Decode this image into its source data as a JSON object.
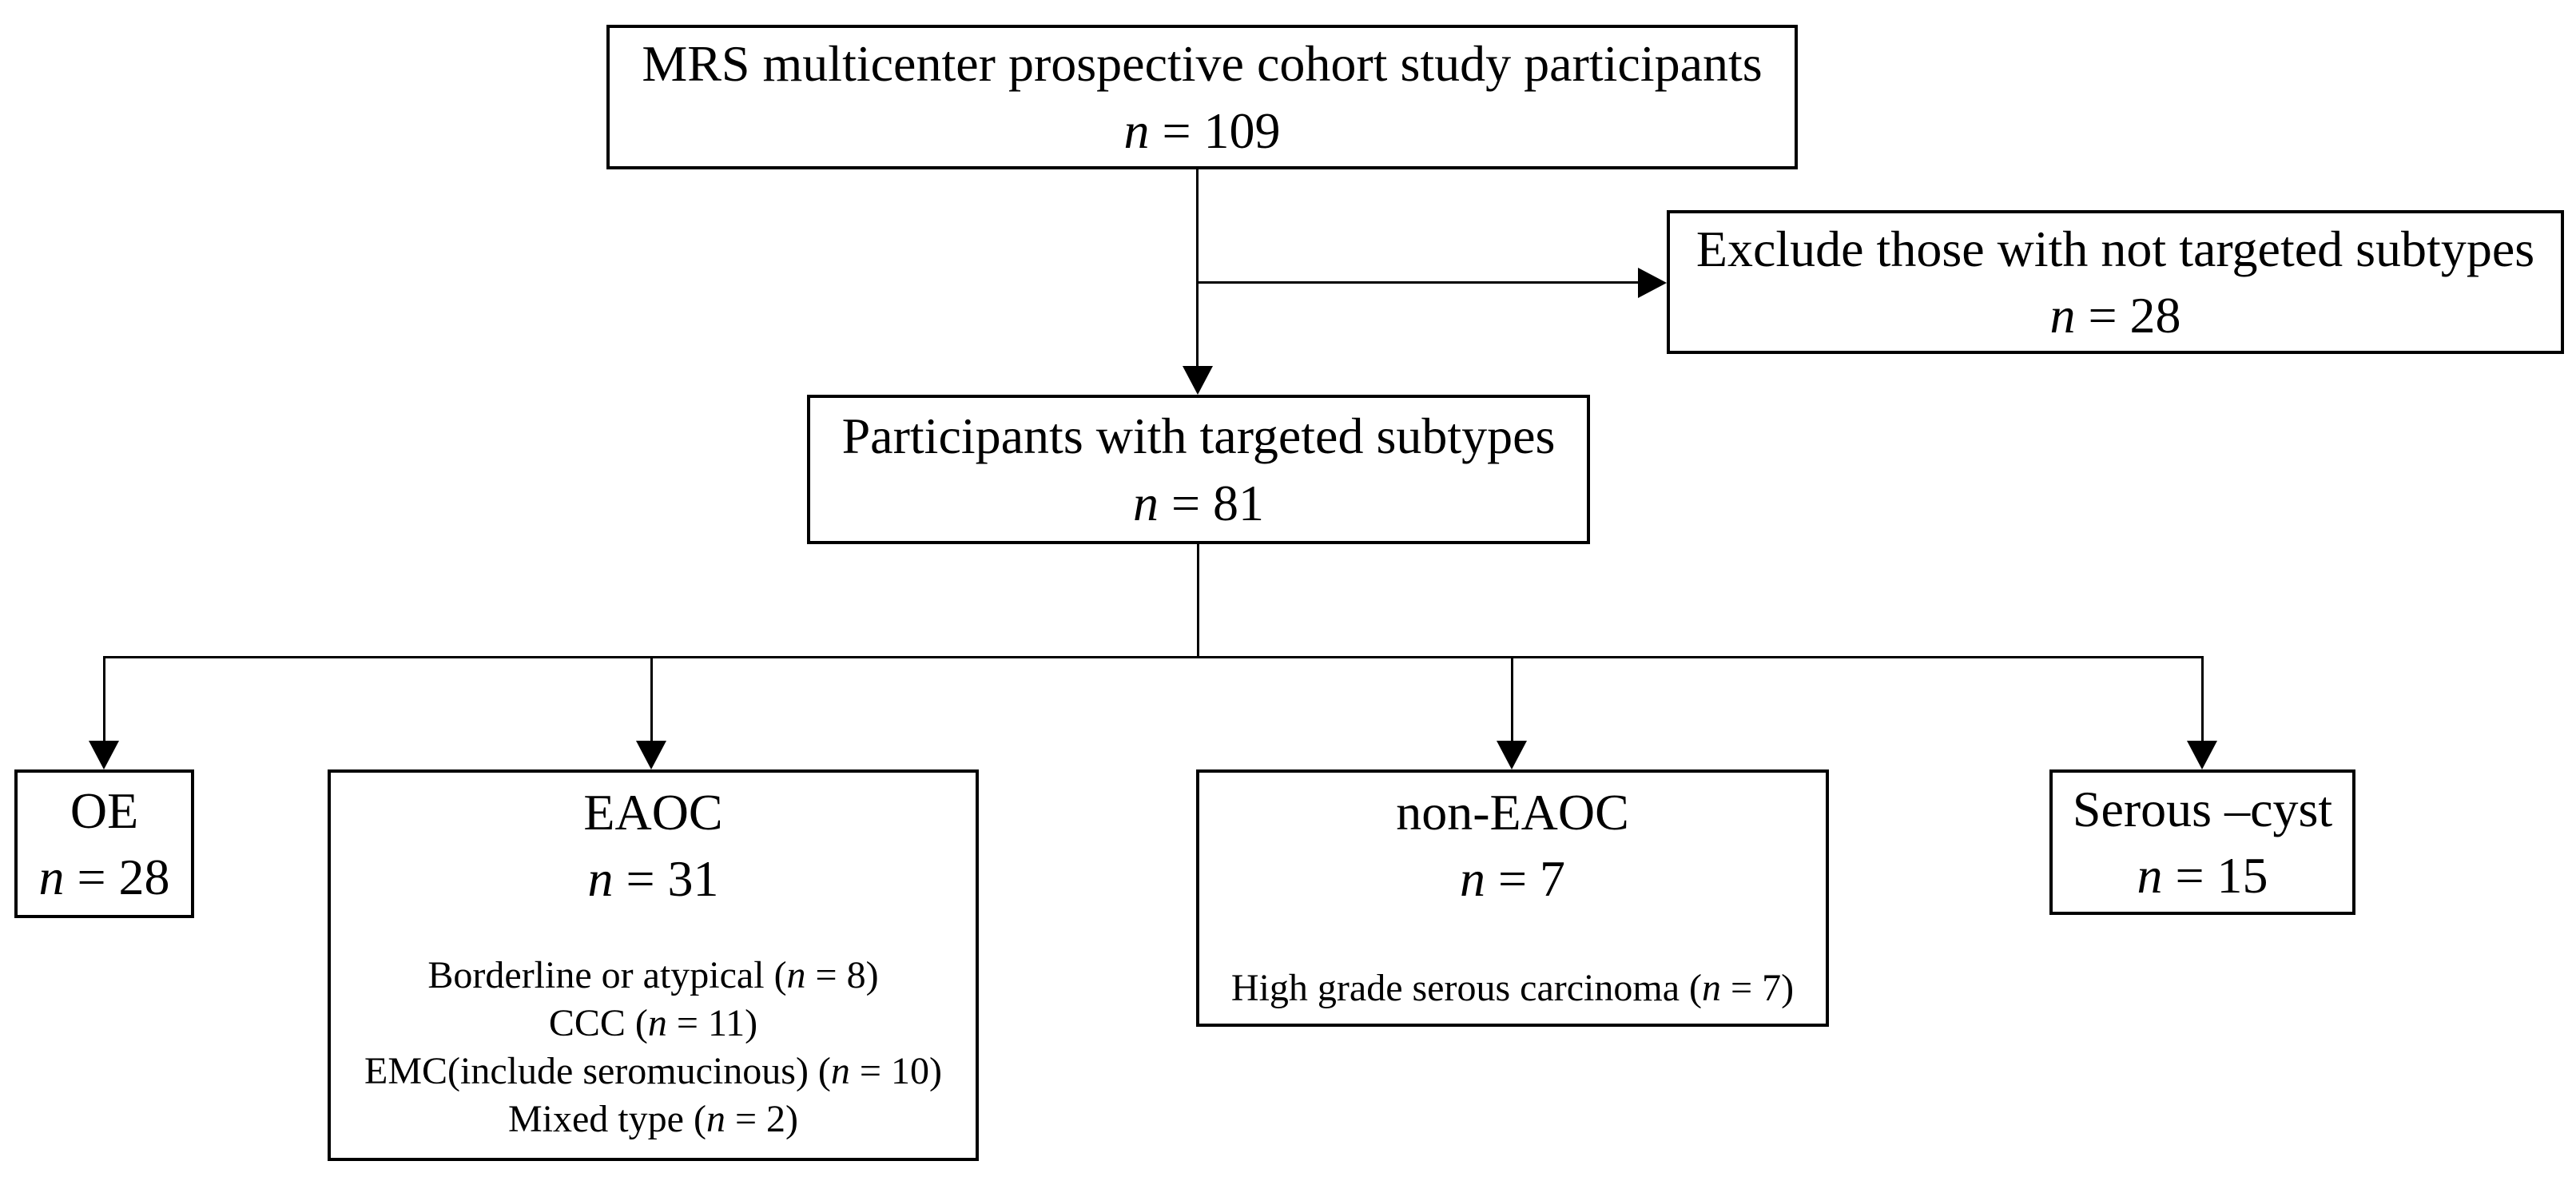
{
  "colors": {
    "background": "#ffffff",
    "line": "#000000",
    "text": "#000000"
  },
  "diagram": {
    "cohort": {
      "title": "MRS multicenter prospective cohort study participants",
      "n_var": "n",
      "n_rest": " = 109"
    },
    "exclude": {
      "title": "Exclude those with not targeted subtypes",
      "n_var": "n",
      "n_rest": " = 28"
    },
    "targeted": {
      "title": "Participants with targeted subtypes",
      "n_var": "n",
      "n_rest": " = 81"
    },
    "oe": {
      "title": "OE",
      "n_var": "n",
      "n_rest": " = 28"
    },
    "eaoc": {
      "title": "EAOC",
      "n_var": "n",
      "n_rest": " = 31",
      "items": [
        {
          "pre": "Borderline or atypical (",
          "n_var": "n",
          "post": " = 8)"
        },
        {
          "pre": "CCC (",
          "n_var": "n",
          "post": " = 11)"
        },
        {
          "pre": "EMC(include seromucinous) (",
          "n_var": "n",
          "post": " = 10)"
        },
        {
          "pre": "Mixed type (",
          "n_var": "n",
          "post": " = 2)"
        }
      ]
    },
    "non_eaoc": {
      "title": "non-EAOC",
      "n_var": "n",
      "n_rest": " = 7",
      "items": [
        {
          "pre": "High grade serous carcinoma (",
          "n_var": "n",
          "post": " = 7)"
        }
      ]
    },
    "serous": {
      "title": "Serous –cyst",
      "n_var": "n",
      "n_rest": " = 15"
    }
  }
}
